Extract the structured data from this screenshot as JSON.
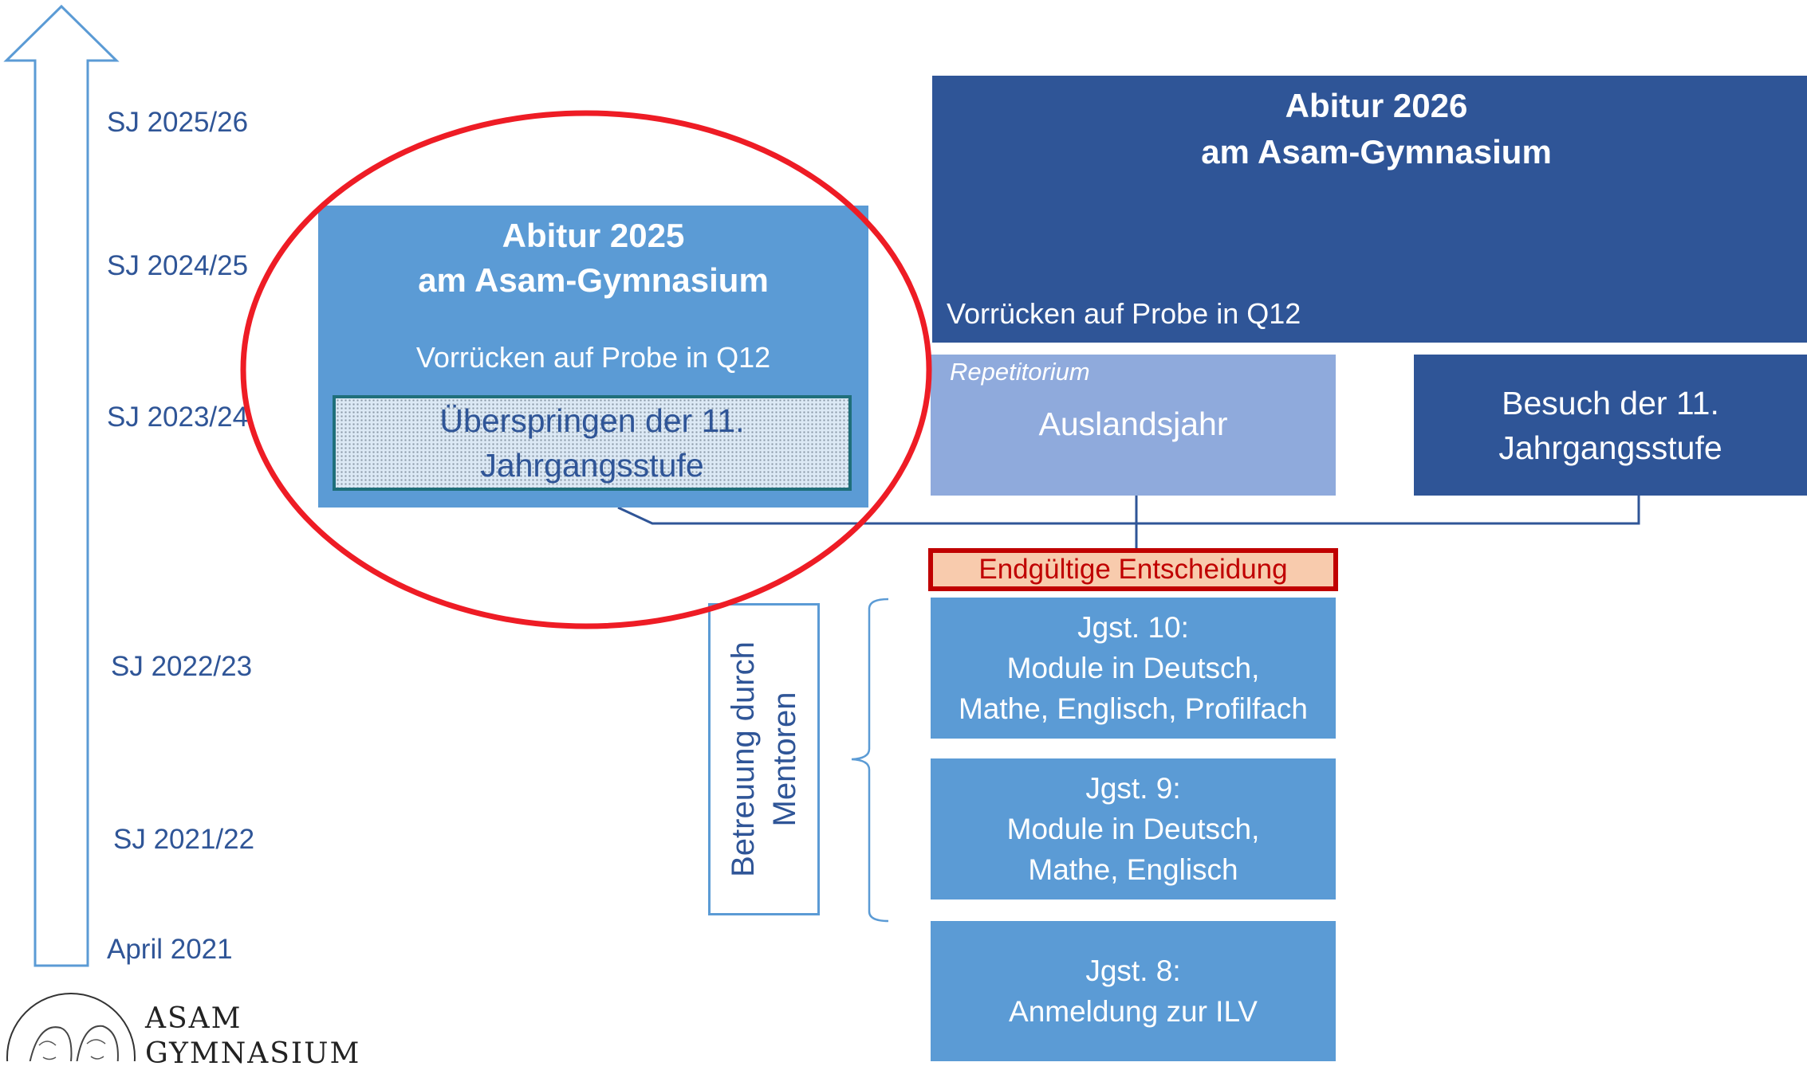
{
  "timeline": {
    "labels": [
      "SJ 2025/26",
      "SJ 2024/25",
      "SJ 2023/24",
      "SJ 2022/23",
      "SJ 2021/22",
      "April 2021"
    ]
  },
  "abitur2025": {
    "title_line1": "Abitur 2025",
    "title_line2": "am Asam-Gymnasium",
    "probe": "Vorrücken auf Probe in Q12",
    "skip_line1": "Überspringen der 11.",
    "skip_line2": "Jahrgangsstufe"
  },
  "abitur2026": {
    "title_line1": "Abitur 2026",
    "title_line2": "am Asam-Gymnasium",
    "probe": "Vorrücken auf Probe in Q12"
  },
  "repetitorium": {
    "label": "Repetitorium",
    "title": "Auslandsjahr"
  },
  "besuch": {
    "line1": "Besuch der 11.",
    "line2": "Jahrgangsstufe"
  },
  "decision": "Endgültige Entscheidung",
  "grades": {
    "jgst10": {
      "line1": "Jgst. 10:",
      "line2": "Module in Deutsch,",
      "line3": "Mathe, Englisch, Profilfach"
    },
    "jgst9": {
      "line1": "Jgst. 9:",
      "line2": "Module in Deutsch,",
      "line3": "Mathe, Englisch"
    },
    "jgst8": {
      "line1": "Jgst. 8:",
      "line2": "Anmeldung zur ILV"
    }
  },
  "mentor": {
    "line1": "Betreuung durch",
    "line2": "Mentoren"
  },
  "logo": {
    "line1": "ASAM",
    "line2": "GYMNASIUM"
  },
  "colors": {
    "mid_blue": "#5b9bd5",
    "dark_blue": "#2f5597",
    "light_blue": "#8faadc",
    "decision_fill": "#f8cbad",
    "decision_border": "#c00000",
    "highlight_circle": "#ee1c25"
  }
}
